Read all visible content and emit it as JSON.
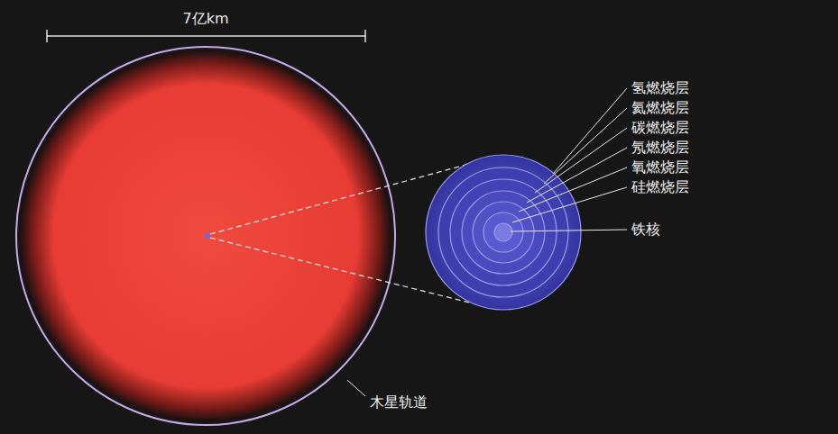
{
  "diagram": {
    "labels": [
      "7亿km",
      "氢燃烧层",
      "氦燃烧层",
      "碳燃烧层",
      "氖燃烧层",
      "氧燃烧层",
      "硅燃烧层",
      "铁核",
      "木星轨道"
    ]
  }
}
